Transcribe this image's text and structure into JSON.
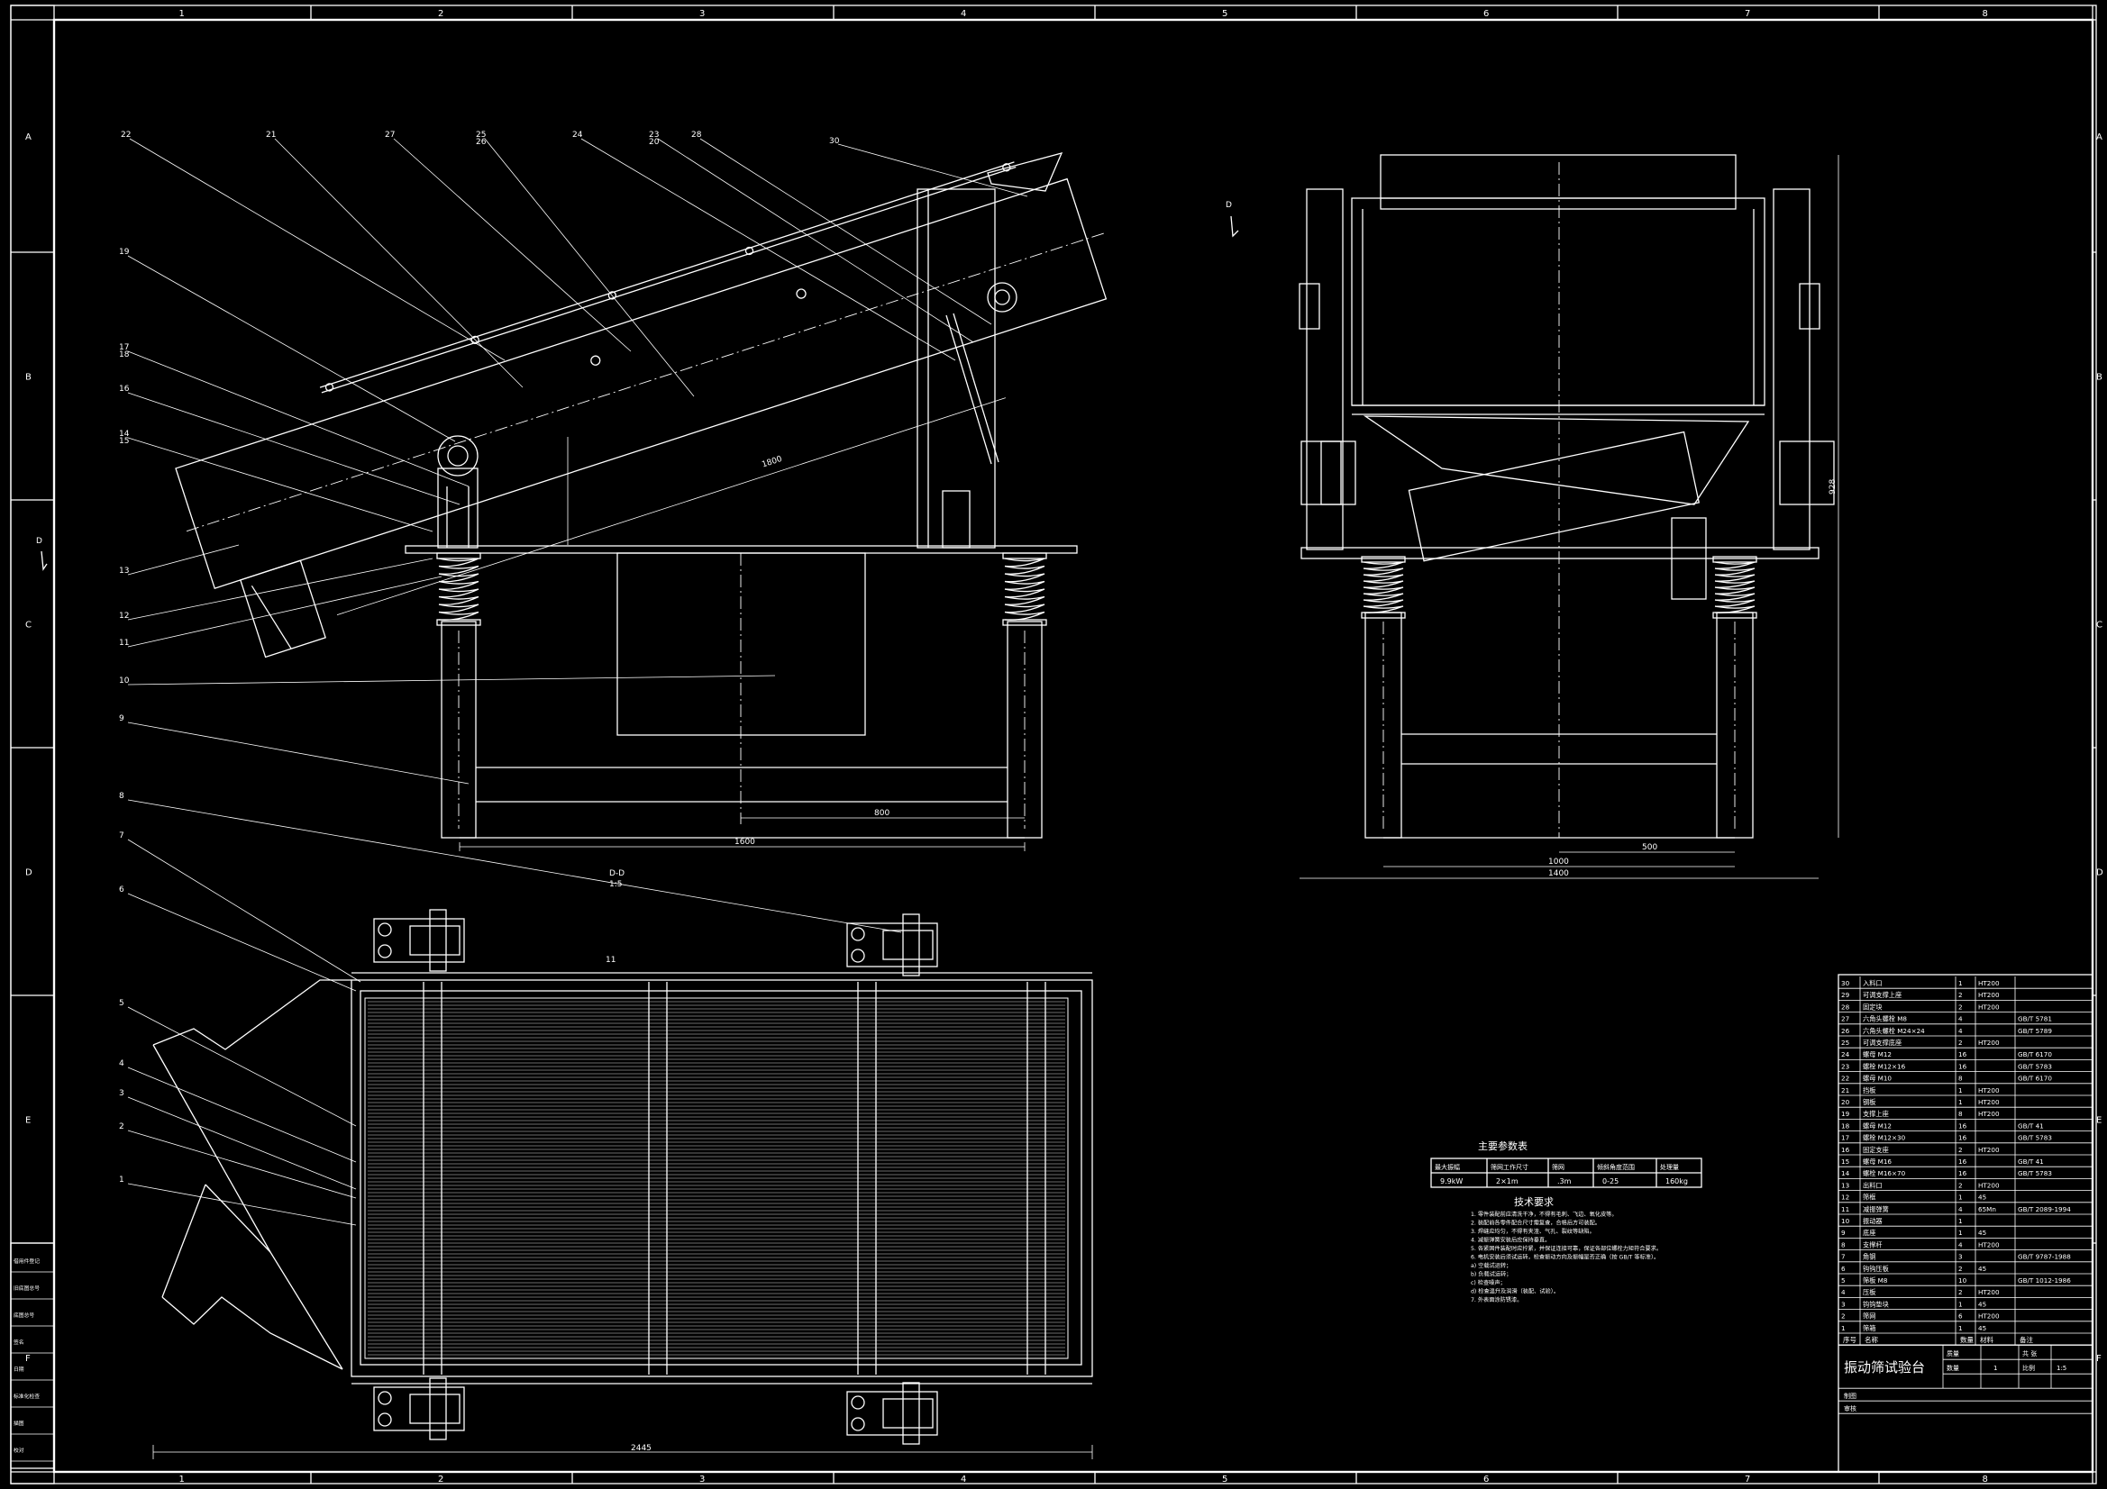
{
  "frame": {
    "col_labels": [
      "1",
      "2",
      "3",
      "4",
      "5",
      "6",
      "7",
      "8"
    ],
    "row_labels": [
      "A",
      "B",
      "C",
      "D",
      "E",
      "F"
    ]
  },
  "side_view": {
    "balloons": [
      "22",
      "21",
      "27",
      "25",
      "26",
      "24",
      "23",
      "28",
      "20",
      "19",
      "17",
      "18",
      "16",
      "14",
      "15",
      "13",
      "12",
      "11",
      "10",
      "9",
      "8",
      "7",
      "6",
      "5",
      "4",
      "3",
      "2",
      "1"
    ],
    "callout_top": "30",
    "dims": {
      "screen_len": "1800",
      "width": "1600",
      "half": "800",
      "section_mark": "D"
    }
  },
  "end_view": {
    "section_mark": "D",
    "dims": {
      "overall": "1400",
      "inner": "1000",
      "half": "500",
      "height": "928"
    }
  },
  "plan_view": {
    "title": "D-D",
    "scale": "1:5",
    "callout": "11",
    "length": "2445"
  },
  "params_table": {
    "title": "主要参数表",
    "headers": [
      "最大振幅",
      "筛网工作尺寸",
      "筛网",
      "倾斜角度范围",
      "处理量"
    ],
    "values": [
      "9.9kW",
      "2×1m",
      ".3m",
      "0-25",
      "160kg"
    ]
  },
  "tech_notes": {
    "title": "技术要求",
    "lines": [
      "1. 零件装配前应清洗干净，不得有毛刺、飞边、氧化皮等。",
      "2. 装配前各零件配合尺寸需复查，合格后方可装配。",
      "3. 焊缝应均匀，不得有夹渣、气孔、裂纹等缺陷。",
      "4. 减振弹簧安装后应保持垂直。",
      "5. 各紧固件装配时应拧紧，并保证连接可靠，保证各部位螺栓力矩符合要求。",
      "6. 电机安装后须试运转，检查振动方向及振幅是否正确（按 GB/T 等标准）。",
      "   a) 空载试运转；",
      "   b) 负载试运转；",
      "   c) 检查噪声；",
      "   d) 检查温升及润滑（装配、试验）。",
      "7. 外表面涂防锈漆。"
    ]
  },
  "bom": {
    "rows": [
      [
        "30",
        "入料口",
        "1",
        "HT200",
        ""
      ],
      [
        "29",
        "可调支撑上座",
        "2",
        "HT200",
        ""
      ],
      [
        "28",
        "固定块",
        "2",
        "HT200",
        ""
      ],
      [
        "27",
        "六角头螺栓 M8",
        "4",
        "",
        "GB/T 5781"
      ],
      [
        "26",
        "六角头螺栓 M24×24",
        "4",
        "",
        "GB/T 5789"
      ],
      [
        "25",
        "可调支撑底座",
        "2",
        "HT200",
        ""
      ],
      [
        "24",
        "螺母 M12",
        "16",
        "",
        "GB/T 6170"
      ],
      [
        "23",
        "螺栓 M12×16",
        "16",
        "",
        "GB/T 5783"
      ],
      [
        "22",
        "螺母 M10",
        "8",
        "",
        "GB/T 6170"
      ],
      [
        "21",
        "挡板",
        "1",
        "HT200",
        ""
      ],
      [
        "20",
        "钢板",
        "1",
        "HT200",
        ""
      ],
      [
        "19",
        "支撑上座",
        "8",
        "HT200",
        ""
      ],
      [
        "18",
        "螺母 M12",
        "16",
        "",
        "GB/T 41"
      ],
      [
        "17",
        "螺栓 M12×30",
        "16",
        "",
        "GB/T 5783"
      ],
      [
        "16",
        "固定支座",
        "2",
        "HT200",
        ""
      ],
      [
        "15",
        "螺母 M16",
        "16",
        "",
        "GB/T 41"
      ],
      [
        "14",
        "螺栓 M16×70",
        "16",
        "",
        "GB/T 5783"
      ],
      [
        "13",
        "出料口",
        "2",
        "HT200",
        ""
      ],
      [
        "12",
        "筛框",
        "1",
        "45",
        ""
      ],
      [
        "11",
        "减振弹簧",
        "4",
        "65Mn",
        "GB/T 2089-1994"
      ],
      [
        "10",
        "振动器",
        "1",
        "",
        ""
      ],
      [
        "9",
        "底座",
        "1",
        "45",
        ""
      ],
      [
        "8",
        "支撑杆",
        "4",
        "HT200",
        ""
      ],
      [
        "7",
        "角钢",
        "3",
        "",
        "GB/T 9787-1988"
      ],
      [
        "6",
        "钩钩压板",
        "2",
        "45",
        ""
      ],
      [
        "5",
        "筛板 M8",
        "10",
        "",
        "GB/T 1012-1986"
      ],
      [
        "4",
        "压板",
        "2",
        "HT200",
        ""
      ],
      [
        "3",
        "钩钩垫块",
        "1",
        "45",
        ""
      ],
      [
        "2",
        "筛网",
        "6",
        "HT200",
        ""
      ],
      [
        "1",
        "筛箱",
        "1",
        "45",
        ""
      ]
    ],
    "header": [
      "序号",
      "名称",
      "数量",
      "材料",
      "备注"
    ],
    "title": "振动筛试验台",
    "meta": {
      "weight_label": "质量",
      "count_label": "数量",
      "count_value": "1",
      "scale_label": "比例",
      "scale_value": "1:5",
      "page_label": "共 张"
    },
    "sign_rows": [
      "制图",
      "审核"
    ]
  },
  "revision_block": {
    "labels": [
      "借用件登记",
      "旧底图总号",
      "底图总号",
      "签名",
      "日期",
      "标准化检查",
      "描图",
      "校对"
    ]
  }
}
